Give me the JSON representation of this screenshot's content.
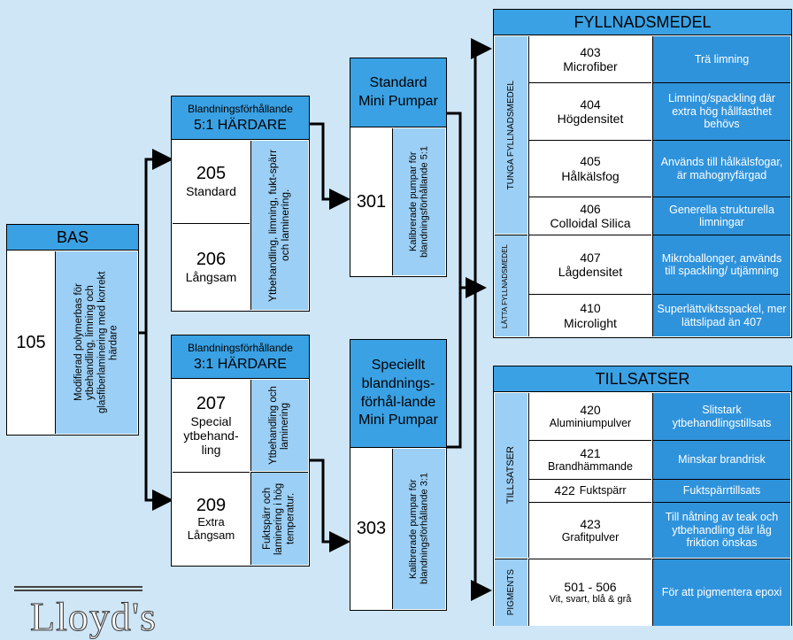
{
  "bas": {
    "title": "BAS",
    "code": "105",
    "desc": "Modifierad polymerbas för ytbehandling, limning och glasfiberlaminering med korrekt härdare"
  },
  "hardare51": {
    "ratio": "Blandningsförhållande",
    "title": "5:1 HÄRDARE",
    "item1": {
      "code": "205",
      "name": "Standard"
    },
    "item2": {
      "code": "206",
      "name": "Långsam"
    },
    "desc": "Ytbehandling, limning, fukt-spärr och laminering."
  },
  "hardare31": {
    "ratio": "Blandningsförhållande",
    "title": "3:1 HÄRDARE",
    "item1": {
      "code": "207",
      "name": "Special ytbehand-ling"
    },
    "item1_desc": "Ytbehandling och laminering",
    "item2": {
      "code": "209",
      "name": "Extra Långsam"
    },
    "item2_desc": "Fuktspärr och laminering i hög temperatur."
  },
  "pump1": {
    "title": "Standard Mini Pumpar",
    "code": "301",
    "desc": "Kalibrerade pumpar för blandningsförhållande 5:1"
  },
  "pump2": {
    "title": "Speciellt blandnings-förhål-lande Mini Pumpar",
    "code": "303",
    "desc": "Kalibrerade pumpar för blandningsförhållande 3:1"
  },
  "fyllnad": {
    "title": "FYLLNADSMEDEL",
    "group1": "TUNGA FYLLNADSMEDEL",
    "group2": "LÄTTA FYLLNADSMEDEL",
    "rows": [
      {
        "code": "403",
        "name": "Microfiber",
        "desc": "Trä limning"
      },
      {
        "code": "404",
        "name": "Högdensitet",
        "desc": "Limning/spackling där extra hög  hållfasthet behövs"
      },
      {
        "code": "405",
        "name": "Hålkälsfog",
        "desc": "Används till hålkälsfogar, är mahognyfärgad"
      },
      {
        "code": "406",
        "name": "Colloidal Silica",
        "desc": "Generella strukturella limningar"
      },
      {
        "code": "407",
        "name": "Lågdensitet",
        "desc": "Mikroballonger, används till spackling/ utjämning"
      },
      {
        "code": "410",
        "name": "Microlight",
        "desc": "Superlättviktsspackel, mer lättslipad än 407"
      }
    ]
  },
  "tillsatser": {
    "title": "TILLSATSER",
    "group1": "TILLSATSER",
    "group2": "PIGMENTS",
    "rows": [
      {
        "code": "420",
        "name": "Aluminiumpulver",
        "desc": "Slitstark ytbehandlingstillsats"
      },
      {
        "code": "421",
        "name": "Brandhämmande",
        "desc": "Minskar brandrisk"
      },
      {
        "code": "422",
        "name": "Fuktspärr",
        "desc": "Fuktspärrtillsats"
      },
      {
        "code": "423",
        "name": "Grafitpulver",
        "desc": "Till nåtning av teak och ytbehandling där låg friktion önskas"
      },
      {
        "code": "501 - 506",
        "name": "Vit, svart, blå & grå",
        "desc": "För att pigmentera epoxi"
      }
    ]
  },
  "logo": {
    "text": "Lloyd's"
  }
}
